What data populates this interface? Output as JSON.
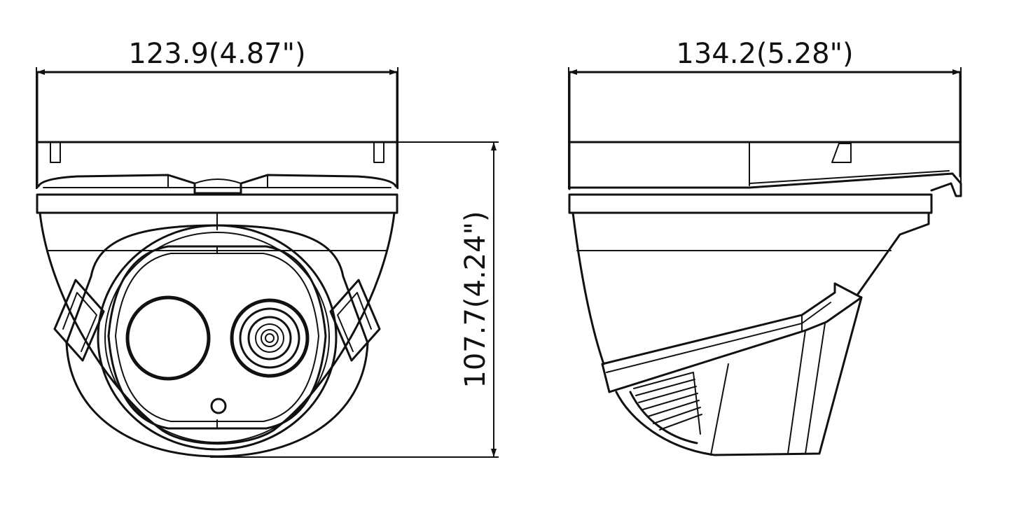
{
  "dimensions": {
    "front_width": "123.9(4.87\")",
    "side_width": "134.2(5.28\")",
    "height": "107.7(4.24\")"
  },
  "views": {
    "front": "front-view",
    "side": "side-view"
  },
  "colors": {
    "line": "#111111",
    "background": "#ffffff"
  }
}
